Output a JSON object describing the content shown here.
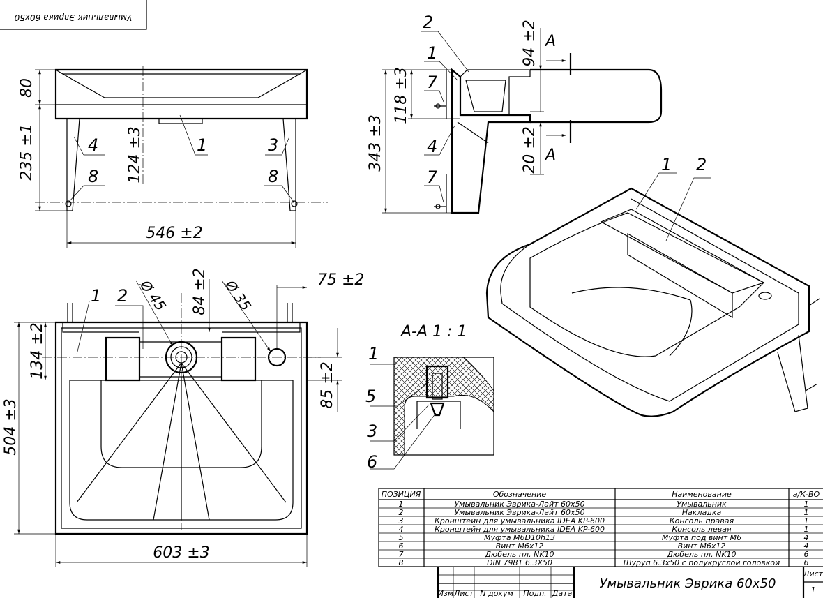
{
  "stamp_text": "Умывальник Эврика 60х50",
  "front_view": {
    "dims": {
      "top_height": "80",
      "leg_height": "235 ±1",
      "mid_height": "124 ±3",
      "width": "546 ±2"
    },
    "callouts": [
      "1",
      "4",
      "3",
      "8",
      "8"
    ]
  },
  "side_view": {
    "dims": {
      "total": "343 ±3",
      "upper": "118 ±3",
      "top_right": "94 ±2",
      "bottom_right": "20 ±2"
    },
    "callouts": [
      "2",
      "1",
      "7",
      "4",
      "7"
    ],
    "section_marks": [
      "A",
      "A"
    ]
  },
  "plan_view": {
    "dims": {
      "diam_left": "Ø 45",
      "diam_right": "Ø 35",
      "height_84": "84 ±2",
      "right_75": "75 ±2",
      "left_134": "134 ±2",
      "right_85": "85 ±2",
      "left_504": "504 ±3",
      "bottom_603": "603 ±3"
    },
    "callouts": [
      "1",
      "2"
    ]
  },
  "iso_view": {
    "callouts": [
      "1",
      "2"
    ]
  },
  "section": {
    "title": "А-А 1 : 1",
    "callouts": [
      "1",
      "5",
      "3",
      "6"
    ]
  },
  "spec_table": {
    "headers": [
      "ПОЗИЦИЯ",
      "Обозначение",
      "Наименование",
      "а/К-ВО"
    ],
    "rows": [
      [
        "1",
        "Умывальник Эврика-Лайт 60х50",
        "Умывальник",
        "1"
      ],
      [
        "2",
        "Умывальник Эврика-Лайт 60х50",
        "Накладка",
        "1"
      ],
      [
        "3",
        "Кронштейн для умывальника IDEA KP-600",
        "Консоль правая",
        "1"
      ],
      [
        "4",
        "Кронштейн для умывальника IDEA KP-600",
        "Консоль левая",
        "1"
      ],
      [
        "5",
        "Муфта М6D10h13",
        "Муфта под винт М6",
        "4"
      ],
      [
        "6",
        "Винт М6х12",
        "Винт М6х12",
        "4"
      ],
      [
        "7",
        "Дюбель пл. NK10",
        "Дюбель пл. NK10",
        "6"
      ],
      [
        "8",
        "DIN 7981 6.3Х50",
        "Шуруп 6.3х50 с полукруглой головкой",
        "6"
      ]
    ]
  },
  "title_block": {
    "title": "Умывальник Эврика 60х50",
    "sheet_label": "Лист",
    "sheet_value": "1",
    "columns": [
      "Изм",
      "Лист",
      "N докум",
      "Подп.",
      "Дата"
    ]
  }
}
